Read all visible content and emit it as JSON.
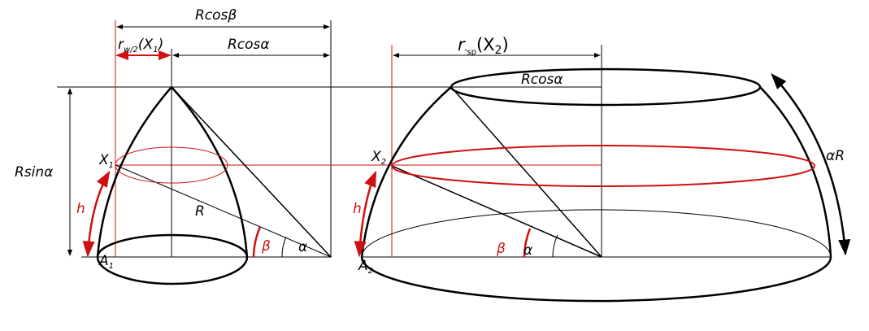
{
  "colors": {
    "ink": "#000000",
    "accent": "#d01010"
  },
  "labels": {
    "r_cos_beta": "Rcosβ",
    "r_cos_alpha_left": "Rcosα",
    "r_w2_main": "r",
    "r_w2_sub": "w/2",
    "r_w2_arg": "(X",
    "r_w2_arg_sub": "1",
    "r_w2_close": ")",
    "r_sin_alpha": "Rsinα",
    "x1": "X",
    "x1_sub": "1",
    "a1": "A",
    "a1_sub": "1",
    "h_left": "h",
    "r_left": "R",
    "beta_left": "β",
    "alpha_left": "α",
    "r_sp_main": "r",
    "r_sp_sub": "'sp",
    "r_sp_arg": "(X",
    "r_sp_arg_sub": "2",
    "r_sp_close": ")",
    "r_cos_alpha_right": "Rcosα",
    "x2": "X",
    "x2_sub": "2",
    "a2": "A",
    "a2_sub": "2",
    "h_right": "h",
    "beta_right": "β",
    "alpha_right": "α",
    "alpha_r": "αR"
  }
}
